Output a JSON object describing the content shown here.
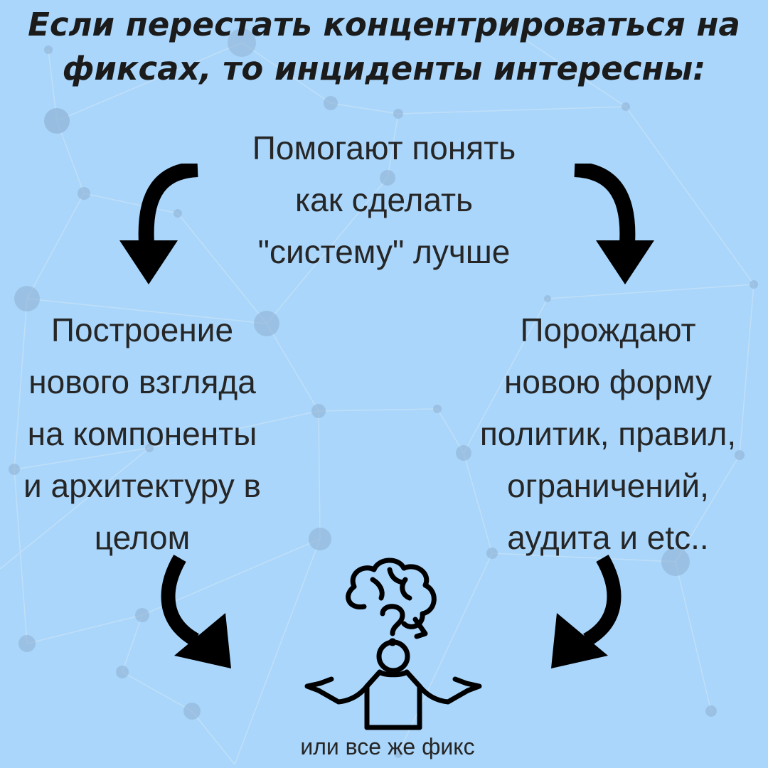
{
  "title": {
    "line1": "Если перестать концентрироваться на",
    "line2": "фиксах,  то инциденты интересны:"
  },
  "top_block": {
    "lines": [
      "Помогают понять",
      "как сделать",
      "\"систему\" лучше"
    ]
  },
  "left_block": {
    "lines": [
      "Построение",
      "нового взгляда",
      "на компоненты",
      "и архитектуру в",
      "целом"
    ]
  },
  "right_block": {
    "lines": [
      "Порождают",
      "новою форму",
      "политик, правил,",
      "ограничений,",
      "аудита и etc.."
    ]
  },
  "caption": "или все же фикс",
  "icons": {
    "person": "confused-person-icon",
    "arrow": "curved-arrow-icon"
  },
  "colors": {
    "background": "#aad6fb",
    "network_node": "#8fb2d4",
    "text": "#262626",
    "arrow": "#000000"
  }
}
